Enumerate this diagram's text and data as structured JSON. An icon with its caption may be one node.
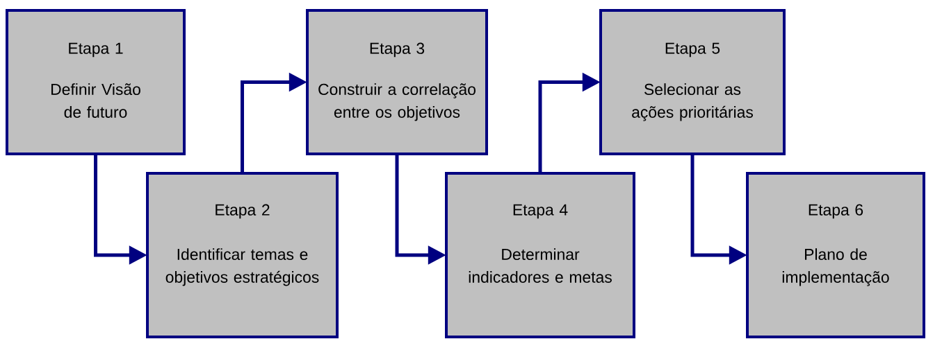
{
  "diagram": {
    "nodes": [
      {
        "text": [
          "Etapa 1",
          "Definir Visão de futuro"
        ]
      },
      {
        "text": [
          "Etapa 2",
          "Identificar temas e objetivos estratégicos"
        ]
      },
      {
        "text": [
          "Etapa 3",
          "Construir a correlação entre os objetivos"
        ]
      },
      {
        "text": [
          "Etapa 4",
          "Determinar indicadores e metas"
        ]
      },
      {
        "text": [
          "Etapa 5",
          "Selecionar as ações prioritárias"
        ]
      },
      {
        "text": [
          "Etapa 6",
          "Plano de implementação"
        ]
      }
    ],
    "edges": [
      {
        "from": 0,
        "to": 1,
        "arrow": "to"
      },
      {
        "from": 1,
        "to": 2,
        "arrow": "to"
      },
      {
        "from": 2,
        "to": 3,
        "arrow": "to"
      },
      {
        "from": 3,
        "to": 4,
        "arrow": "to"
      },
      {
        "from": 4,
        "to": 5,
        "arrow": "to"
      }
    ]
  }
}
